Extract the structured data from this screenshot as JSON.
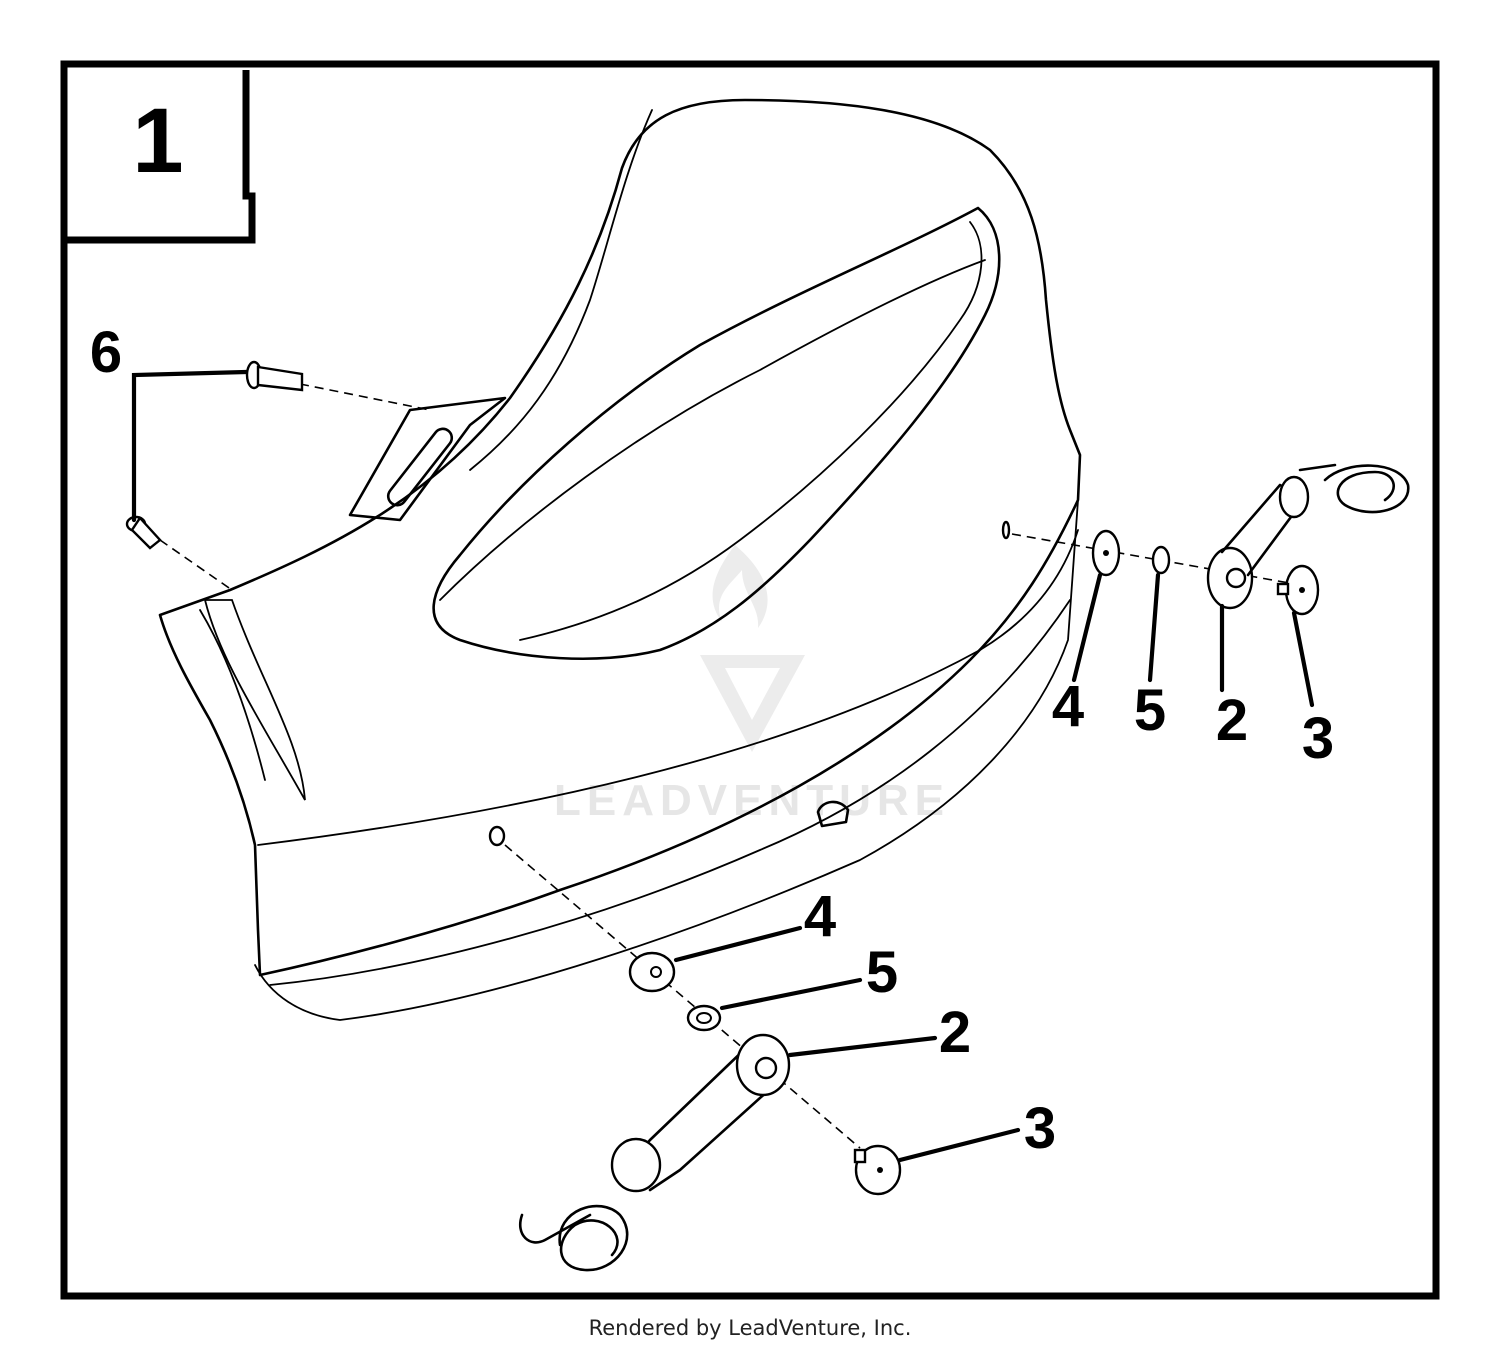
{
  "figure": {
    "number": "1"
  },
  "callouts": {
    "part_6": "6",
    "upper_4": "4",
    "upper_5": "5",
    "upper_2": "2",
    "upper_3": "3",
    "lower_4": "4",
    "lower_5": "5",
    "lower_2": "2",
    "lower_3": "3"
  },
  "watermark": {
    "text": "LEADVENTURE",
    "logo_icon": "leadventure-flame-logo"
  },
  "footer": {
    "credit": "Rendered by LeadVenture, Inc."
  }
}
